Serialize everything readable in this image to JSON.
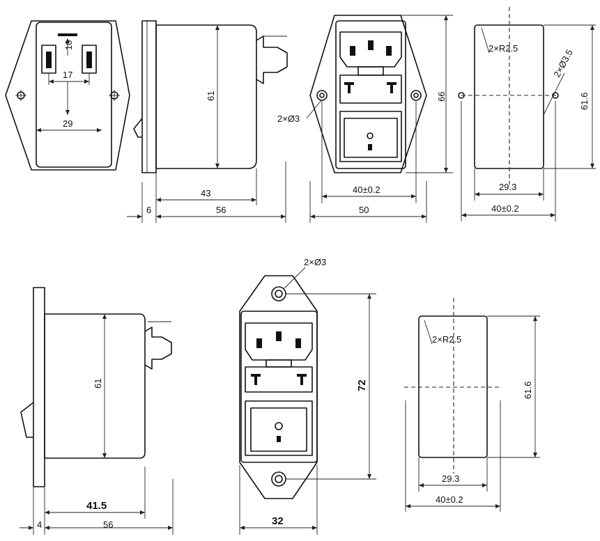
{
  "view1_front_wide": {
    "dim_pin_gap": "10",
    "dim_pin_span": "17",
    "dim_body_width": "29"
  },
  "view1_side": {
    "dim_height": "61",
    "dim_body_depth": "43",
    "dim_flange": "6",
    "dim_total_depth": "56"
  },
  "view1_front_socket": {
    "hole_callout": "2×Ø3",
    "dim_height": "66",
    "dim_hole_spacing": "40±0.2",
    "dim_flange_width": "50"
  },
  "view1_cutout": {
    "radius_callout": "2×R2.5",
    "hole_callout": "2×Ø3.5",
    "dim_height": "61.6",
    "dim_width": "29.3",
    "dim_hole_spacing": "40±0.2"
  },
  "view2_side": {
    "dim_height": "61",
    "dim_body_depth": "41.5",
    "dim_flange": "4",
    "dim_total_depth": "56"
  },
  "view2_front_socket": {
    "hole_callout": "2×Ø3",
    "dim_height": "72",
    "dim_width": "32"
  },
  "view2_cutout": {
    "radius_callout": "2×R2.5",
    "dim_height": "61.6",
    "dim_width": "29.3",
    "dim_hole_spacing": "40±0.2"
  }
}
